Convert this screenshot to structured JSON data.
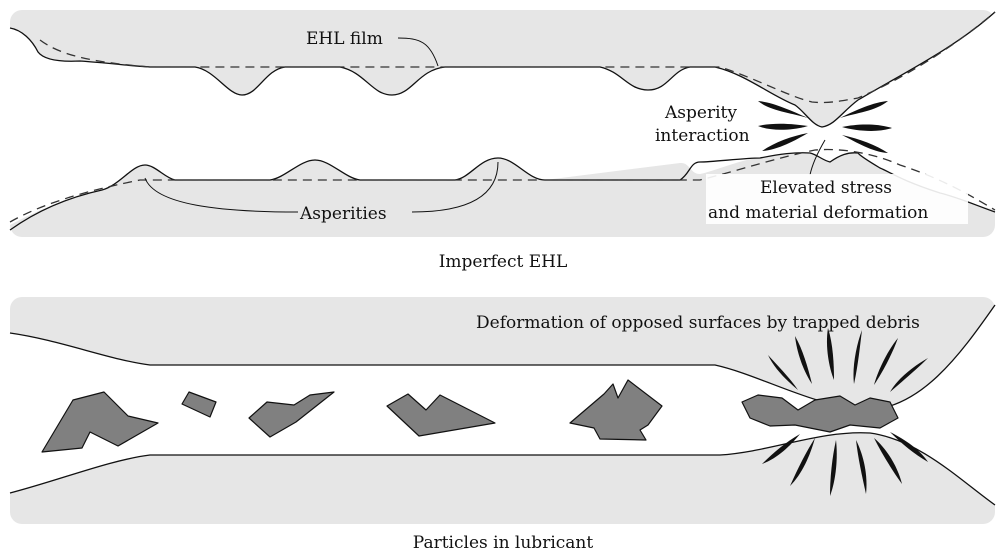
{
  "panels": [
    {
      "labels": {
        "ehl_film": "EHL film",
        "asperity_interaction_1": "Asperity",
        "asperity_interaction_2": "interaction",
        "elevated_stress_1": "Elevated stress",
        "elevated_stress_2": "and material deformation",
        "asperities": "Asperities"
      },
      "caption": "Imperfect EHL"
    },
    {
      "labels": {
        "deformation": "Deformation of opposed surfaces by trapped debris"
      },
      "caption": "Particles in lubricant"
    }
  ],
  "colors": {
    "background_band": "#e6e6e6",
    "particle_fill": "#808080",
    "outline": "#111111"
  }
}
